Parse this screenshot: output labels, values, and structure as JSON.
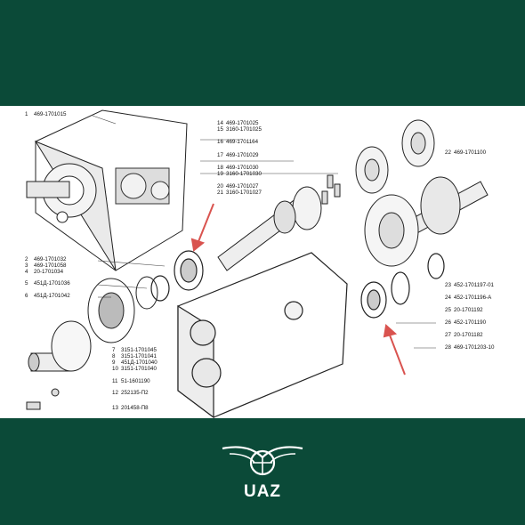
{
  "parts": [
    {
      "num": "1",
      "code": "469-1701015"
    },
    {
      "num": "2",
      "code": "469-1701032"
    },
    {
      "num": "3",
      "code": "469-1701058"
    },
    {
      "num": "4",
      "code": "20-1701034"
    },
    {
      "num": "5",
      "code": "451Д-1701036"
    },
    {
      "num": "6",
      "code": "451Д-1701042"
    },
    {
      "num": "7",
      "code": "3151-1701045"
    },
    {
      "num": "8",
      "code": "3151-1701041"
    },
    {
      "num": "9",
      "code": "451Д-1701040"
    },
    {
      "num": "10",
      "code": "3151-1701040"
    },
    {
      "num": "11",
      "code": "51-1601190"
    },
    {
      "num": "12",
      "code": "252135-П2"
    },
    {
      "num": "13",
      "code": "201458-П8"
    },
    {
      "num": "14",
      "code": "469-1701025"
    },
    {
      "num": "15",
      "code": "3160-1701025"
    },
    {
      "num": "16",
      "code": "469-1701164"
    },
    {
      "num": "17",
      "code": "469-1701029"
    },
    {
      "num": "18",
      "code": "469-1701030"
    },
    {
      "num": "19",
      "code": "3160-1701030"
    },
    {
      "num": "20",
      "code": "469-1701027"
    },
    {
      "num": "21",
      "code": "3160-1701027"
    },
    {
      "num": "22",
      "code": "469-1701100"
    },
    {
      "num": "23",
      "code": "452-1701197-01"
    },
    {
      "num": "24",
      "code": "452-1701196-А"
    },
    {
      "num": "25",
      "code": "20-1701192"
    },
    {
      "num": "26",
      "code": "452-1701190"
    },
    {
      "num": "27",
      "code": "20-1701182"
    },
    {
      "num": "28",
      "code": "469-1701203-10"
    }
  ],
  "brand": {
    "name": "UAZ",
    "logo": "uaz-wings-logo"
  },
  "colors": {
    "background": "#0b4a38",
    "panel": "#ffffff",
    "arrow": "#d9534f"
  }
}
